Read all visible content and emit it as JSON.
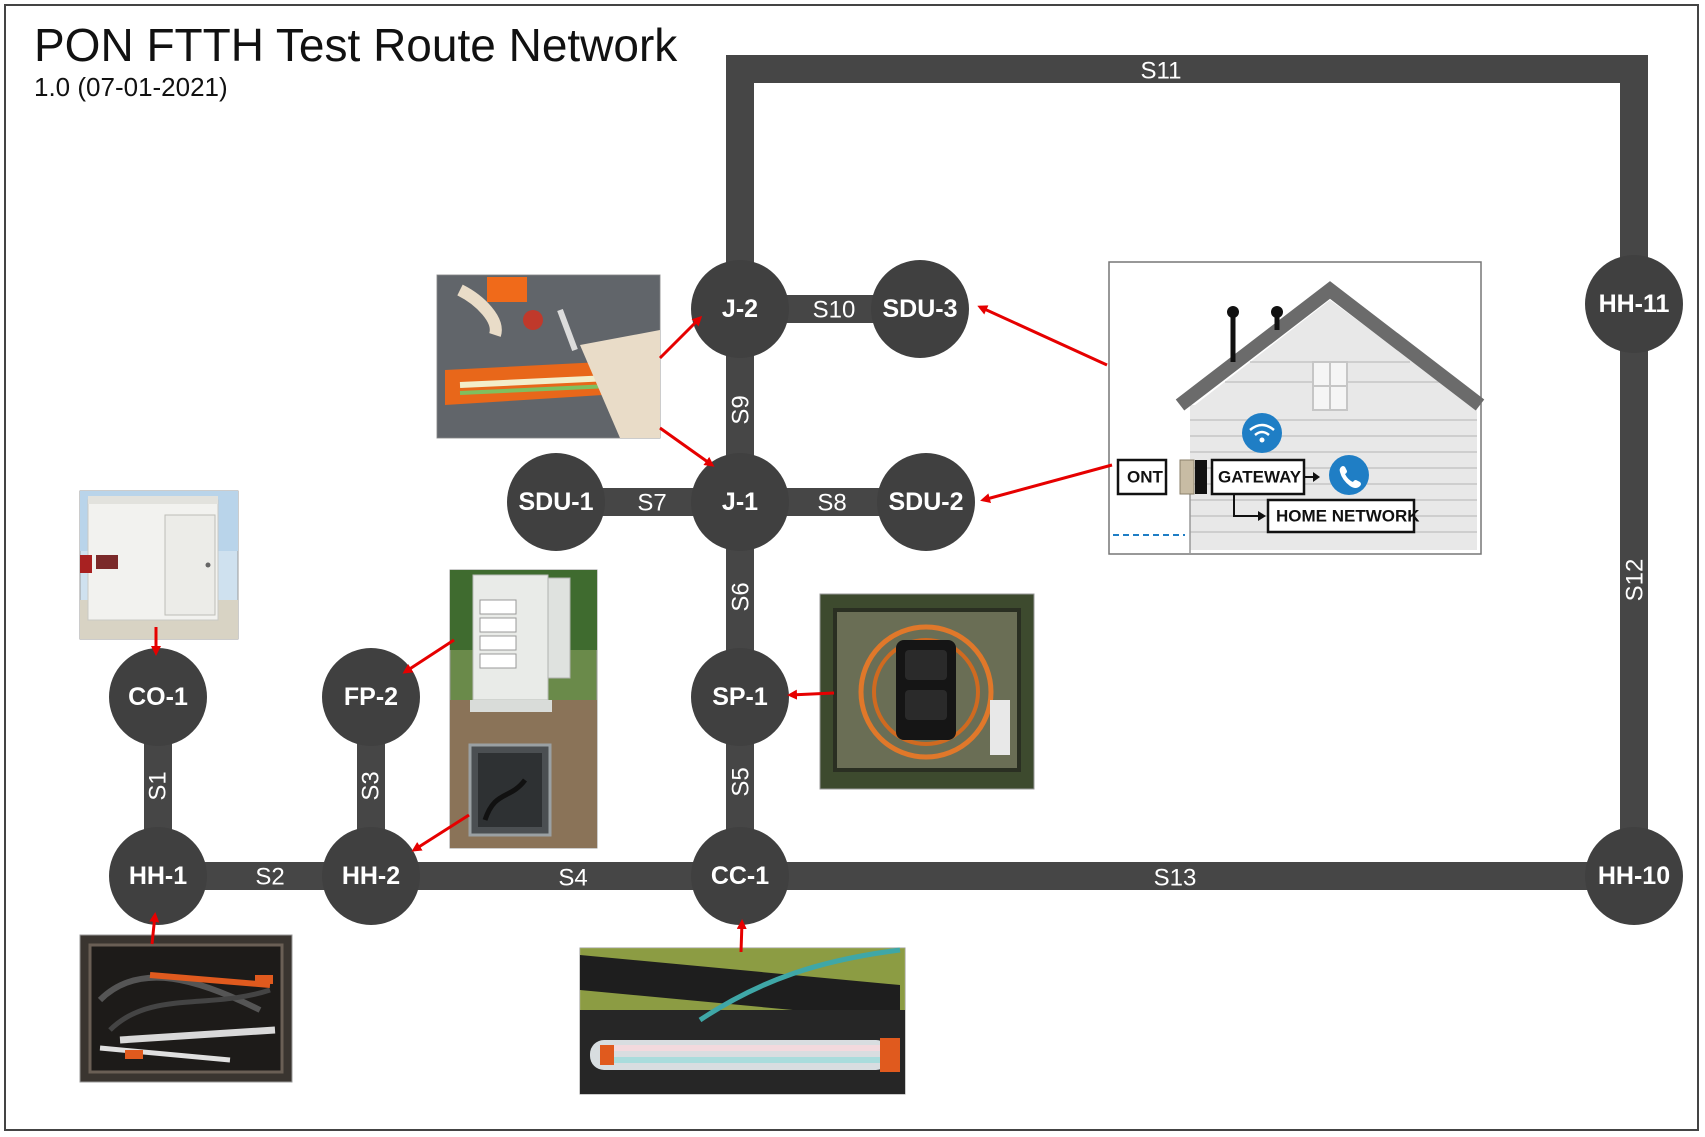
{
  "header": {
    "title": "PON FTTH Test Route Network",
    "version": "1.0 (07-01-2021)"
  },
  "colors": {
    "route": "#464646",
    "node": "#404040",
    "arrow": "#e60000",
    "wifi_badge": "#1f7ec5"
  },
  "nodes": {
    "co1": "CO-1",
    "hh1": "HH-1",
    "hh2": "HH-2",
    "fp2": "FP-2",
    "cc1": "CC-1",
    "sp1": "SP-1",
    "j1": "J-1",
    "j2": "J-2",
    "sdu1": "SDU-1",
    "sdu2": "SDU-2",
    "sdu3": "SDU-3",
    "hh10": "HH-10",
    "hh11": "HH-11"
  },
  "segments": {
    "s1": "S1",
    "s2": "S2",
    "s3": "S3",
    "s4": "S4",
    "s5": "S5",
    "s6": "S6",
    "s7": "S7",
    "s8": "S8",
    "s9": "S9",
    "s10": "S10",
    "s11": "S11",
    "s12": "S12",
    "s13": "S13"
  },
  "house": {
    "ont": "ONT",
    "gateway": "GATEWAY",
    "home_network": "HOME NETWORK"
  },
  "photos": [
    "cabinet-shelter-photo",
    "handhole-splice-photo",
    "street-cabinet-and-handhole-photo",
    "closure-cable-photo",
    "splitter-enclosure-photo",
    "fiber-cable-prep-photo"
  ]
}
